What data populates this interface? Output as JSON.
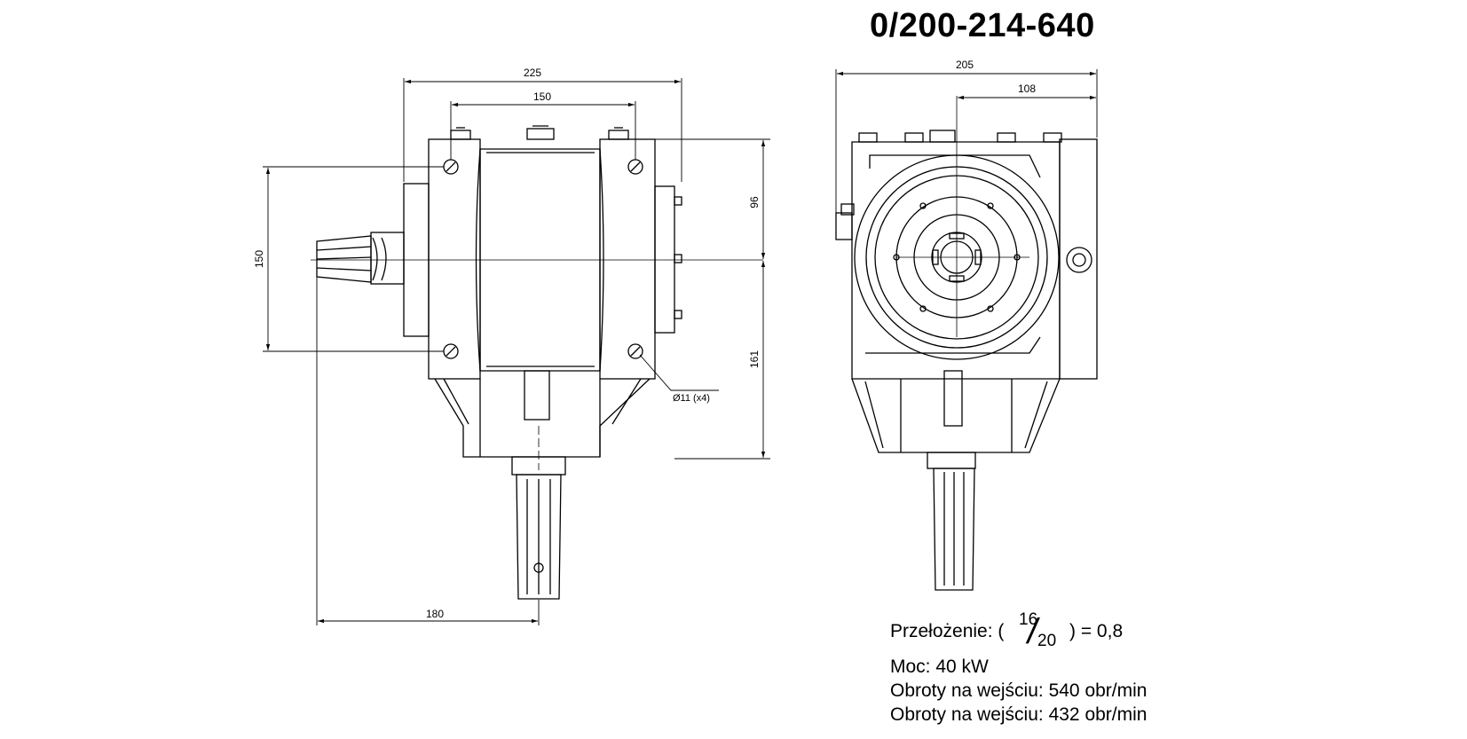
{
  "title": "0/200-214-640",
  "dimensions": {
    "front_width": "225",
    "front_bolt_spacing": "150",
    "front_height_left": "150",
    "front_upper_height": "96",
    "front_lower_height": "161",
    "front_shaft_offset": "180",
    "front_hole_note": "Ø11 (x4)",
    "side_width": "205",
    "side_shaft_offset": "108"
  },
  "specs": {
    "ratio_label": "Przełożenie: (",
    "ratio_numerator": "16",
    "ratio_denominator": "20",
    "ratio_result": ") = 0,8",
    "power": "Moc: 40 kW",
    "input_speed": "Obroty na wejściu: 540 obr/min",
    "output_speed": "Obroty na wejściu: 432 obr/min"
  }
}
